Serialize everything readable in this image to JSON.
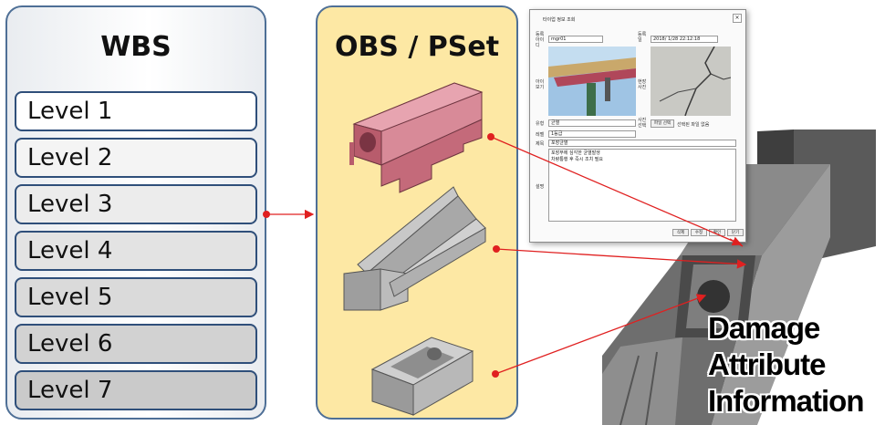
{
  "wbs": {
    "title": "WBS",
    "levels": [
      "Level 1",
      "Level 2",
      "Level 3",
      "Level 4",
      "Level 5",
      "Level 6",
      "Level 7"
    ]
  },
  "obs": {
    "title": "OBS / PSet"
  },
  "dialog": {
    "title": "타이업 정보 조회",
    "id_label": "등록\n아이\n디",
    "id_value": "mgr01",
    "date_label": "등록\n일",
    "date_value": "2018/ 1/28 22:12:18",
    "member_label": "아이\n보기",
    "photo_label": "현장\n사진",
    "type_label": "유형",
    "type_value": "균열",
    "level_label": "레벨",
    "level_value": "1등급",
    "subject_label": "제목",
    "subject_value": "포장균열",
    "desc_label": "설명",
    "desc_lines": [
      "포장부에 심각한 균열발생",
      "차량통행 후 즉시 조치 필요"
    ],
    "file_label": "사진\n선택",
    "file_button": "파일 선택",
    "file_status": "선택된 파일 없음",
    "buttons": [
      "삭제",
      "수정",
      "확인",
      "닫기"
    ]
  },
  "annotation": {
    "lines": [
      "Damage",
      "Attribute",
      "Information"
    ]
  },
  "colors": {
    "panel_border": "#4e6f96",
    "obs_fill": "#fde8a4",
    "arrow": "#e02020",
    "part_red": "#c9707f",
    "part_gray": "#b8b8b8"
  }
}
